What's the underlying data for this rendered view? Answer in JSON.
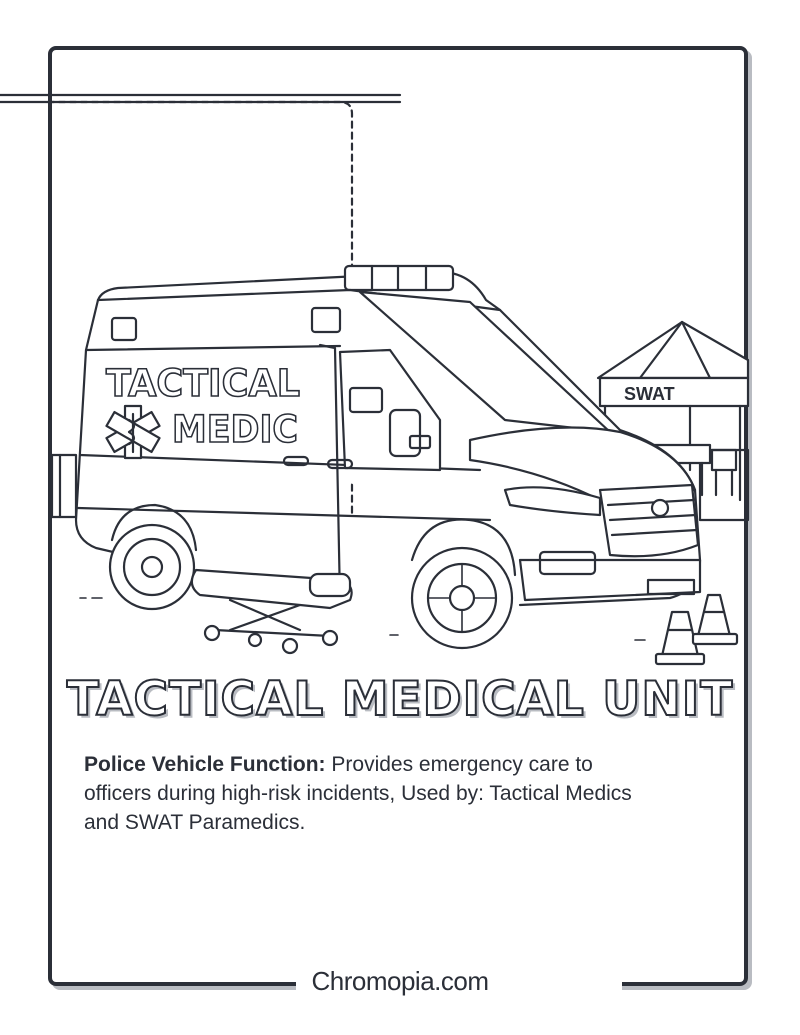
{
  "illustration": {
    "van_text_line1": "TACTICAL",
    "van_text_line2": "MEDIC",
    "tent_sign": "SWAT",
    "icons": [
      "star-of-life-icon",
      "traffic-cone-icon",
      "stretcher-icon",
      "canopy-tent-icon"
    ]
  },
  "title": "TACTICAL MEDICAL UNIT",
  "description": {
    "lead_label": "Police Vehicle Function:",
    "body": " Provides emergency care to officers during high-risk incidents, Used by: Tactical Medics and SWAT Paramedics."
  },
  "footer": {
    "site": "Chromopia.com"
  },
  "colors": {
    "ink": "#2b2f38",
    "shadow": "#b9bcc2",
    "paper": "#ffffff"
  }
}
